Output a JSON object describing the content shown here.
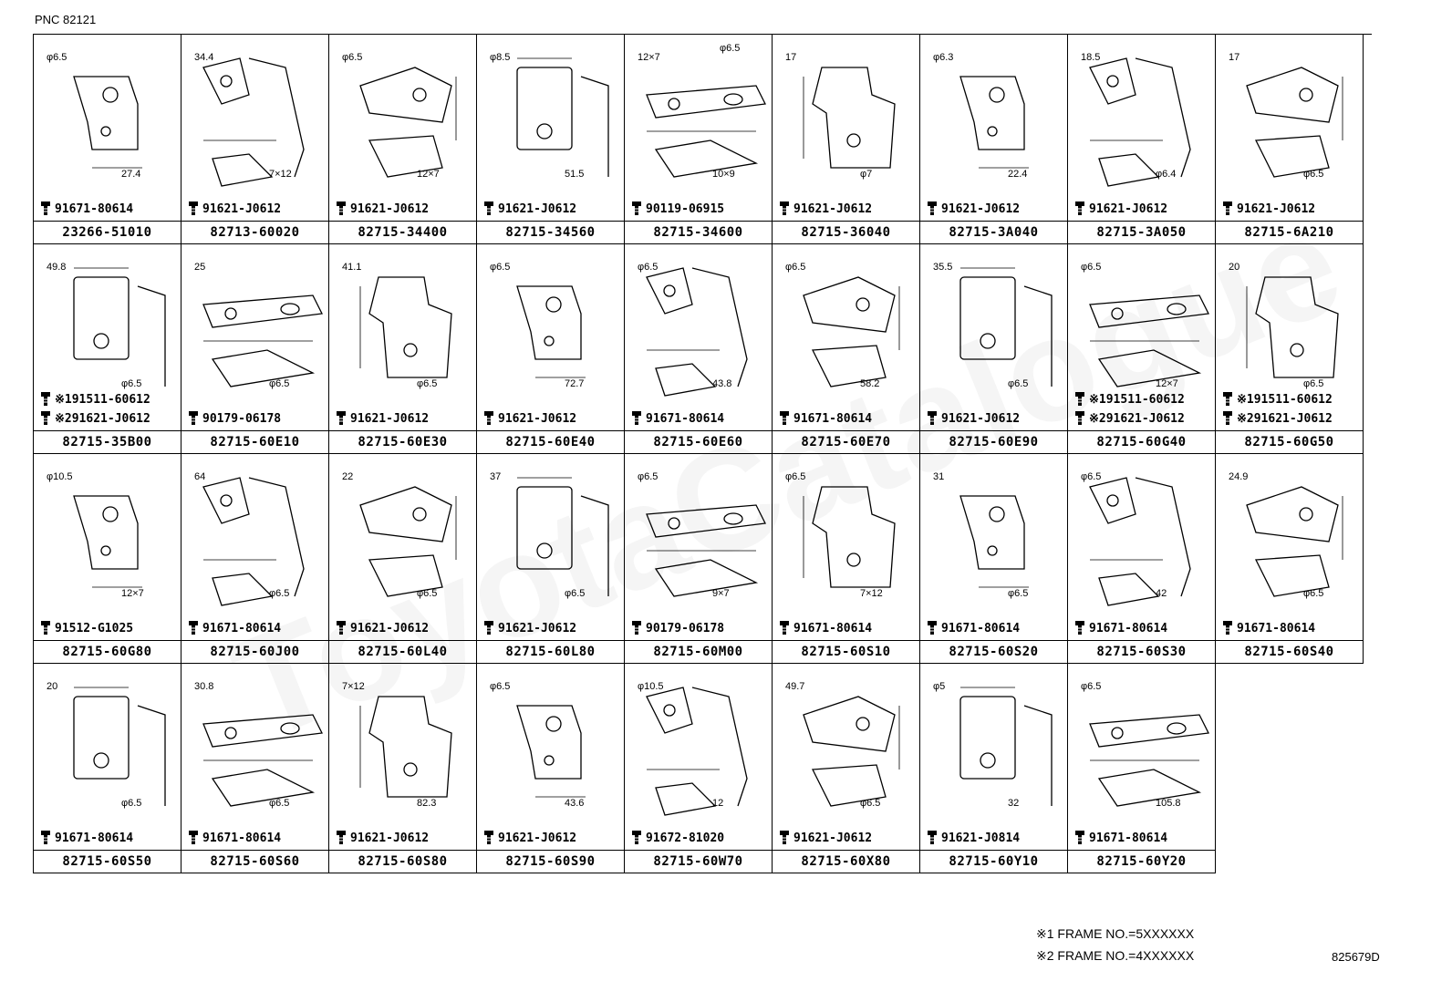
{
  "header": {
    "pnc": "PNC 82121"
  },
  "footer": {
    "note1": "※1 FRAME NO.=5XXXXXX",
    "note2": "※2 FRAME NO.=4XXXXXX",
    "ref": "825679D"
  },
  "watermark": "ToyotaCatalogue",
  "cells": [
    {
      "part": "23266-51010",
      "b1": "91671-80614",
      "dims": [
        "φ6.5",
        "27.4"
      ]
    },
    {
      "part": "82713-60020",
      "b1": "91621-J0612",
      "dims": [
        "34.4",
        "7×12"
      ]
    },
    {
      "part": "82715-34400",
      "b1": "91621-J0612",
      "dims": [
        "φ6.5",
        "12×7"
      ]
    },
    {
      "part": "82715-34560",
      "b1": "91621-J0612",
      "dims": [
        "φ8.5",
        "51.5"
      ]
    },
    {
      "part": "82715-34600",
      "b1": "90119-06915",
      "dims": [
        "12×7",
        "10×9",
        "φ6.5"
      ]
    },
    {
      "part": "82715-36040",
      "b1": "91621-J0612",
      "dims": [
        "17",
        "φ7"
      ]
    },
    {
      "part": "82715-3A040",
      "b1": "91621-J0612",
      "dims": [
        "φ6.3",
        "22.4"
      ]
    },
    {
      "part": "82715-3A050",
      "b1": "91621-J0612",
      "dims": [
        "18.5",
        "φ6.4"
      ]
    },
    {
      "part": "82715-6A210",
      "b1": "91621-J0612",
      "dims": [
        "17",
        "φ6.5"
      ]
    },
    {
      "part": "82715-35B00",
      "b2": "※191511-60612",
      "b1": "※291621-J0612",
      "dims": [
        "49.8",
        "φ6.5"
      ]
    },
    {
      "part": "82715-60E10",
      "b1": "90179-06178",
      "dims": [
        "25",
        "φ6.5"
      ]
    },
    {
      "part": "82715-60E30",
      "b1": "91621-J0612",
      "dims": [
        "41.1",
        "φ6.5"
      ]
    },
    {
      "part": "82715-60E40",
      "b1": "91621-J0612",
      "dims": [
        "φ6.5",
        "72.7"
      ]
    },
    {
      "part": "82715-60E60",
      "b1": "91671-80614",
      "dims": [
        "φ6.5",
        "43.8"
      ]
    },
    {
      "part": "82715-60E70",
      "b1": "91671-80614",
      "dims": [
        "φ6.5",
        "58.2"
      ]
    },
    {
      "part": "82715-60E90",
      "b1": "91621-J0612",
      "dims": [
        "35.5",
        "φ6.5"
      ]
    },
    {
      "part": "82715-60G40",
      "b2": "※191511-60612",
      "b1": "※291621-J0612",
      "dims": [
        "φ6.5",
        "12×7"
      ]
    },
    {
      "part": "82715-60G50",
      "b2": "※191511-60612",
      "b1": "※291621-J0612",
      "dims": [
        "20",
        "φ6.5"
      ]
    },
    {
      "part": "82715-60G80",
      "b1": "91512-G1025",
      "dims": [
        "φ10.5",
        "12×7"
      ]
    },
    {
      "part": "82715-60J00",
      "b1": "91671-80614",
      "dims": [
        "64",
        "φ6.5"
      ]
    },
    {
      "part": "82715-60L40",
      "b1": "91621-J0612",
      "dims": [
        "22",
        "φ6.5"
      ]
    },
    {
      "part": "82715-60L80",
      "b1": "91621-J0612",
      "dims": [
        "37",
        "φ6.5"
      ]
    },
    {
      "part": "82715-60M00",
      "b1": "90179-06178",
      "dims": [
        "φ6.5",
        "9×7"
      ]
    },
    {
      "part": "82715-60S10",
      "b1": "91671-80614",
      "dims": [
        "φ6.5",
        "7×12"
      ]
    },
    {
      "part": "82715-60S20",
      "b1": "91671-80614",
      "dims": [
        "31",
        "φ6.5"
      ]
    },
    {
      "part": "82715-60S30",
      "b1": "91671-80614",
      "dims": [
        "φ6.5",
        "42"
      ]
    },
    {
      "part": "82715-60S40",
      "b1": "91671-80614",
      "dims": [
        "24.9",
        "φ6.5"
      ]
    },
    {
      "part": "82715-60S50",
      "b1": "91671-80614",
      "dims": [
        "20",
        "φ6.5"
      ]
    },
    {
      "part": "82715-60S60",
      "b1": "91671-80614",
      "dims": [
        "30.8",
        "φ6.5"
      ]
    },
    {
      "part": "82715-60S80",
      "b1": "91621-J0612",
      "dims": [
        "7×12",
        "82.3"
      ]
    },
    {
      "part": "82715-60S90",
      "b1": "91621-J0612",
      "dims": [
        "φ6.5",
        "43.6"
      ]
    },
    {
      "part": "82715-60W70",
      "b1": "91672-81020",
      "dims": [
        "φ10.5",
        "12"
      ]
    },
    {
      "part": "82715-60X80",
      "b1": "91621-J0612",
      "dims": [
        "49.7",
        "φ6.5"
      ]
    },
    {
      "part": "82715-60Y10",
      "b1": "91621-J0814",
      "dims": [
        "φ5",
        "32"
      ]
    },
    {
      "part": "82715-60Y20",
      "b1": "91671-80614",
      "dims": [
        "φ6.5",
        "105.8"
      ]
    }
  ]
}
